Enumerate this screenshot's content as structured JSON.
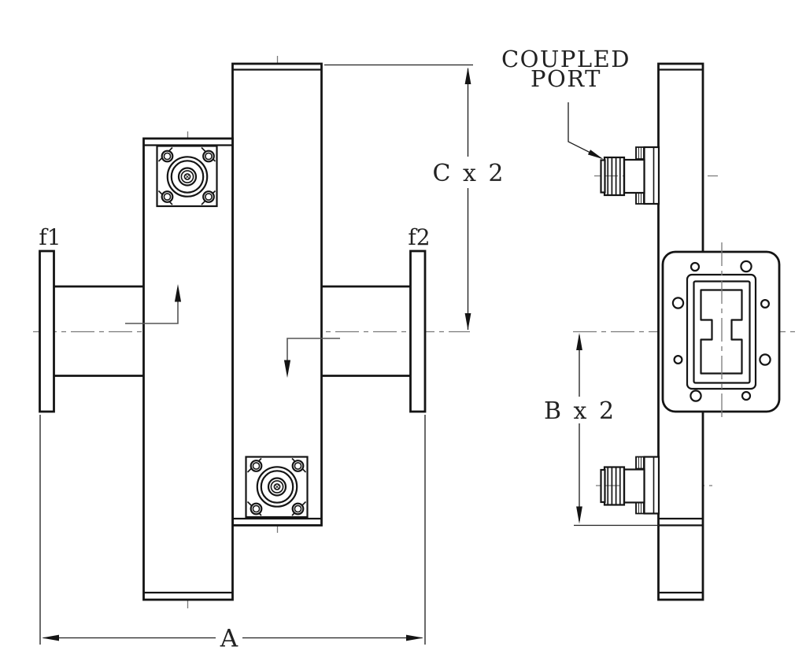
{
  "labels": {
    "port_f1": "f1",
    "port_f2": "f2",
    "dim_width": "A",
    "dim_c": "C x 2",
    "dim_b": "B x 2",
    "coupled_port_line1": "COUPLED",
    "coupled_port_line2": "PORT"
  },
  "colors": {
    "background": "#ffffff",
    "object_line": "#141414",
    "centerline": "#7a7a7a",
    "dimension_line": "#222222"
  }
}
